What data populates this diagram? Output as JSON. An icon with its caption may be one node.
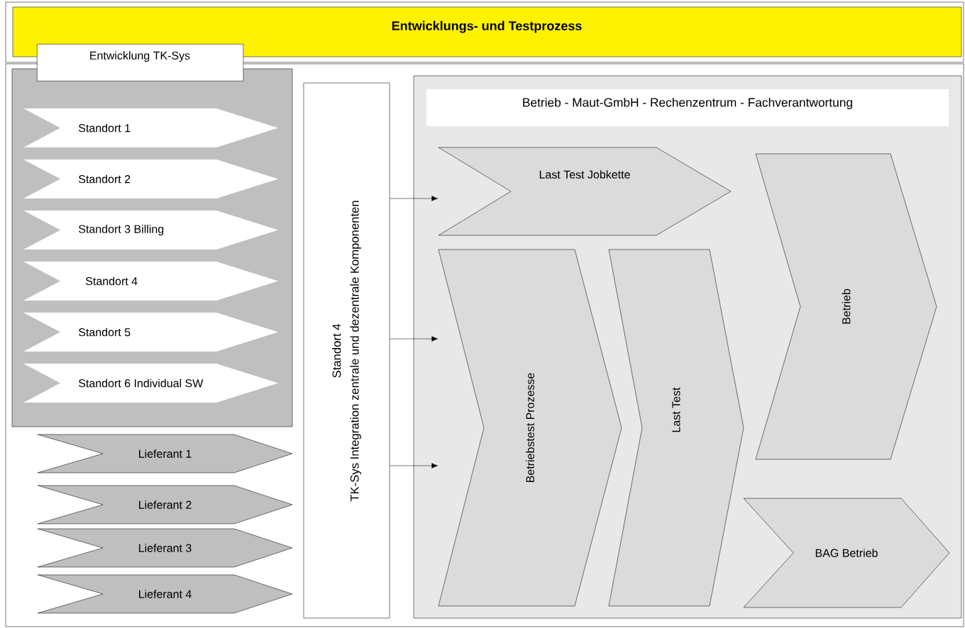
{
  "diagram": {
    "title": "Entwicklungs- und Testprozess",
    "nodes": [
      {
        "text": [
          "Entwicklung TK-Sys"
        ]
      },
      {
        "text": [
          "Standort 1"
        ],
        "in": 0
      },
      {
        "text": [
          "Standort 2"
        ],
        "in": 0
      },
      {
        "text": [
          "Standort 3 Billing"
        ],
        "in": 0
      },
      {
        "text": [
          "Standort 4"
        ],
        "in": 0
      },
      {
        "text": [
          "Standort 5"
        ],
        "in": 0
      },
      {
        "text": [
          "Standort 6 Individual SW"
        ],
        "in": 0
      },
      {
        "text": [
          "Lieferant 1"
        ]
      },
      {
        "text": [
          "Lieferant 2"
        ]
      },
      {
        "text": [
          "Lieferant 3"
        ]
      },
      {
        "text": [
          "Lieferant 4"
        ]
      },
      {
        "text": [
          "Standort 4",
          "TK-Sys Integration zentrale und dezentrale Komponenten"
        ]
      },
      {
        "text": [
          "Betrieb - Maut-GmbH - Rechenzentrum - Fachverantwortung"
        ]
      },
      {
        "text": [
          "Last Test Jobkette"
        ],
        "in": 12
      },
      {
        "text": [
          "Betriebstest Prozesse"
        ],
        "in": 12
      },
      {
        "text": [
          "Last Test"
        ],
        "in": 12
      },
      {
        "text": [
          "Betrieb"
        ],
        "in": 12
      },
      {
        "text": [
          "BAG Betrieb"
        ],
        "in": 12
      }
    ],
    "edges": [
      {
        "from": 11,
        "to": 13,
        "arrow": "to"
      },
      {
        "from": 11,
        "to": 14,
        "arrow": "to"
      },
      {
        "from": 11,
        "to": 14,
        "arrow": "to"
      }
    ]
  }
}
